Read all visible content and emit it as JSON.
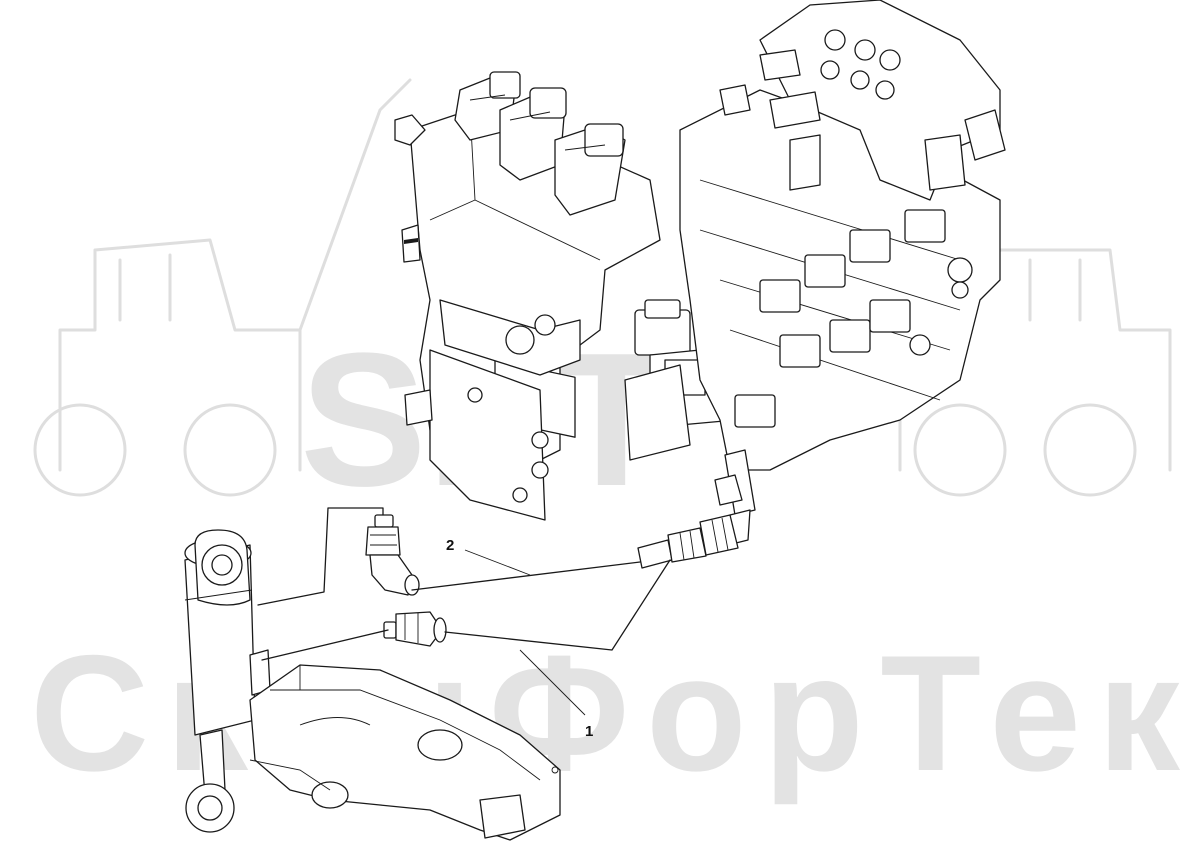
{
  "watermark": {
    "logo_text": "SPT",
    "brand_text": "СканФорТек"
  },
  "callouts": [
    {
      "label": "1"
    },
    {
      "label": "2"
    }
  ]
}
